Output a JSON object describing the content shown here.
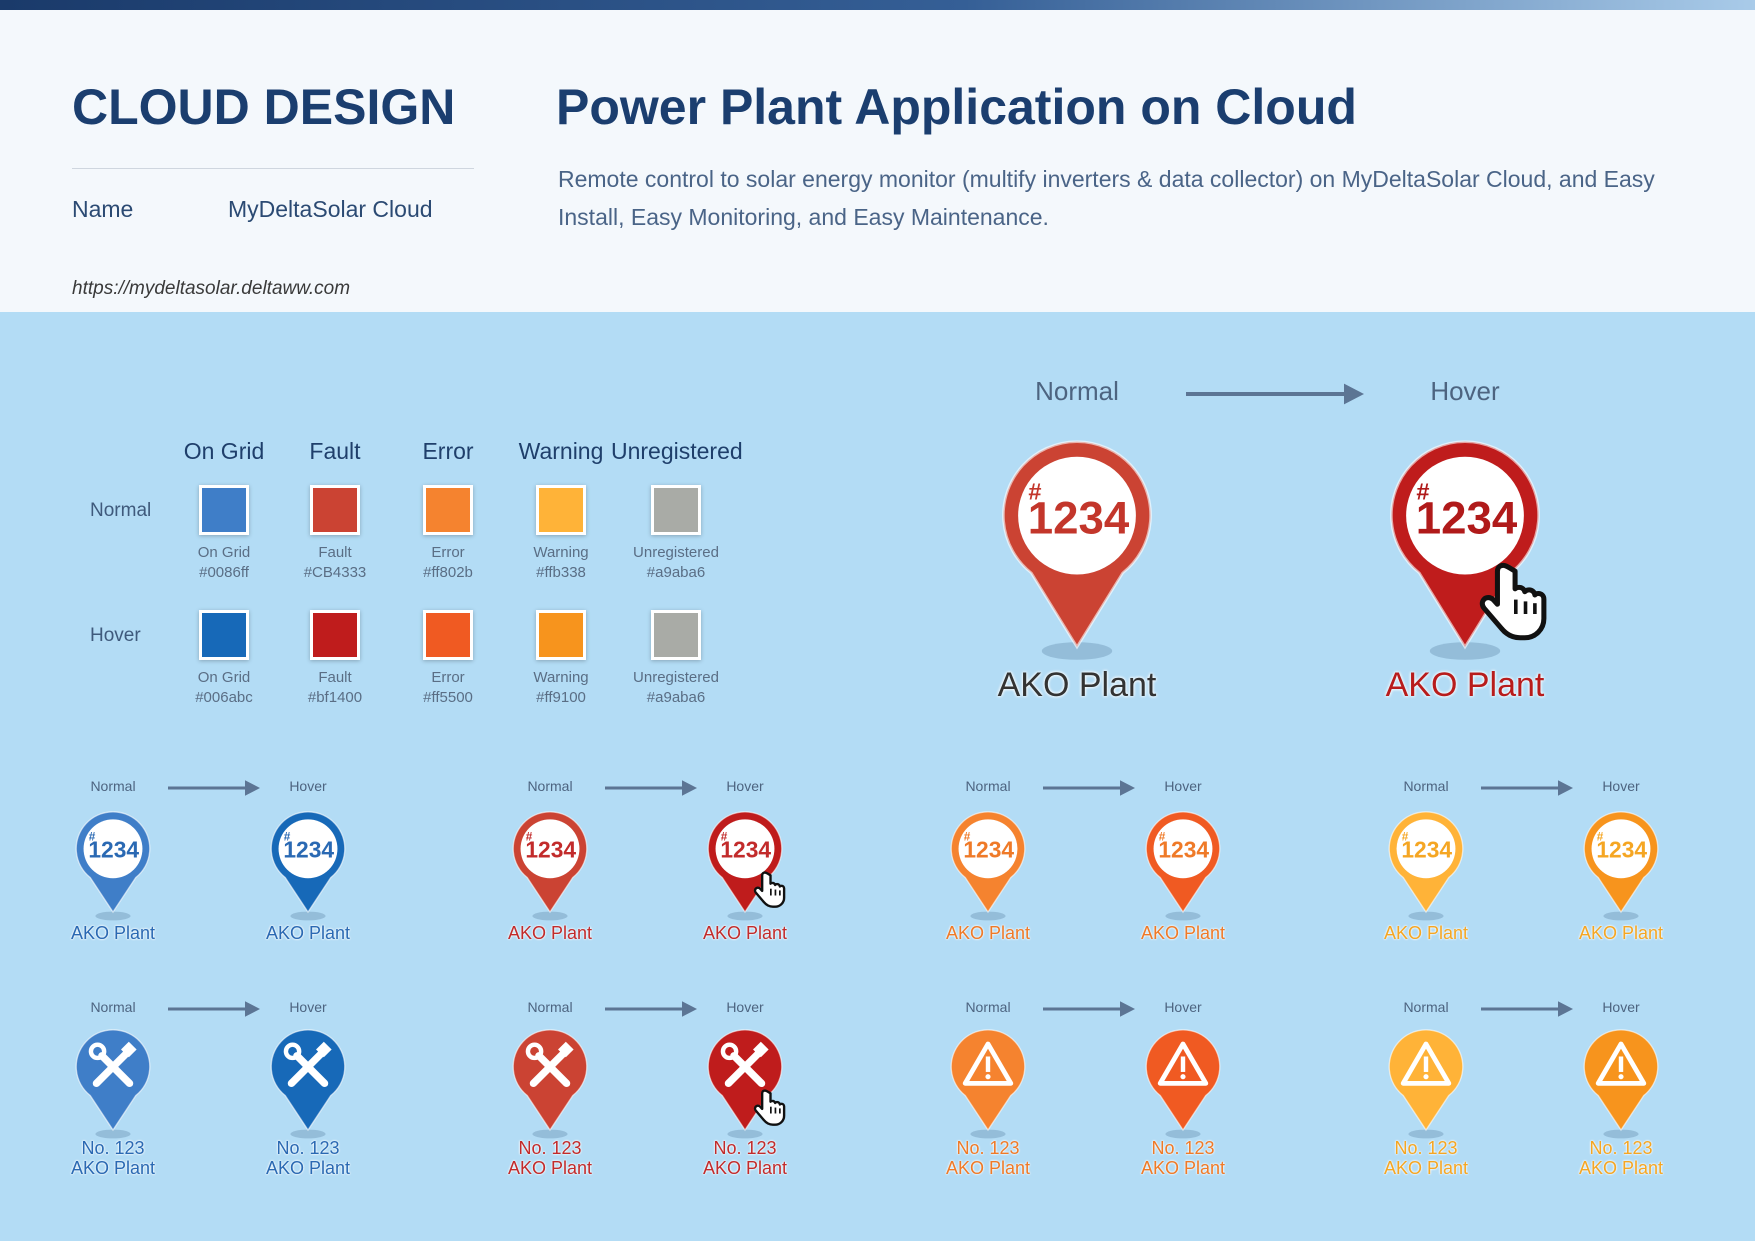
{
  "header": {
    "brand": "CLOUD DESIGN",
    "name_label": "Name",
    "name_value": "MyDeltaSolar Cloud",
    "url": "https://mydeltasolar.deltaww.com",
    "title": "Power Plant Application on Cloud",
    "description": "Remote control to solar energy monitor (multify inverters & data collector) on MyDeltaSolar Cloud, and Easy Install, Easy Monitoring, and Easy Maintenance."
  },
  "palette": {
    "columns": [
      "On Grid",
      "Fault",
      "Error",
      "Warning",
      "Unregistered"
    ],
    "rows": [
      {
        "label": "Normal",
        "swatches": [
          {
            "name": "On Grid",
            "hex": "#0086ff",
            "display": "#3f7ec8"
          },
          {
            "name": "Fault",
            "hex": "#CB4333",
            "display": "#cb4333"
          },
          {
            "name": "Error",
            "hex": "#ff802b",
            "display": "#f5832f"
          },
          {
            "name": "Warning",
            "hex": "#ffb338",
            "display": "#ffb338"
          },
          {
            "name": "Unregistered",
            "hex": "#a9aba6",
            "display": "#a9aba6"
          }
        ]
      },
      {
        "label": "Hover",
        "swatches": [
          {
            "name": "On Grid",
            "hex": "#006abc",
            "display": "#1769b8"
          },
          {
            "name": "Fault",
            "hex": "#bf1400",
            "display": "#bf1c1c"
          },
          {
            "name": "Error",
            "hex": "#ff5500",
            "display": "#f05a22"
          },
          {
            "name": "Warning",
            "hex": "#ff9100",
            "display": "#f7941d"
          },
          {
            "name": "Unregistered",
            "hex": "#a9aba6",
            "display": "#a9aba6"
          }
        ]
      }
    ]
  },
  "showcase": {
    "normal_label": "Normal",
    "hover_label": "Hover",
    "plant_name": "AKO Plant",
    "id_prefix": "#",
    "id_number": "1234",
    "normal_color": "#cb4333",
    "hover_color": "#bf1c1c"
  },
  "state_labels": {
    "normal": "Normal",
    "hover": "Hover"
  },
  "marker_id": {
    "prefix": "#",
    "number": "1234"
  },
  "plant_name": "AKO Plant",
  "plant_number": "No. 123",
  "marker_groups": [
    {
      "name": "on-grid",
      "normal_color": "#3f7ec8",
      "hover_color": "#1769b8",
      "text_color": "#2a69b3",
      "icon": "wrench-screwdriver-icon"
    },
    {
      "name": "fault",
      "normal_color": "#cb4333",
      "hover_color": "#bf1c1c",
      "text_color": "#c22b2b",
      "icon": "wrench-screwdriver-icon"
    },
    {
      "name": "error",
      "normal_color": "#f5832f",
      "hover_color": "#f05a22",
      "text_color": "#ef7a28",
      "icon": "warning-triangle-icon"
    },
    {
      "name": "warning",
      "normal_color": "#ffb338",
      "hover_color": "#f7941d",
      "text_color": "#f5a623",
      "icon": "warning-triangle-icon"
    }
  ]
}
